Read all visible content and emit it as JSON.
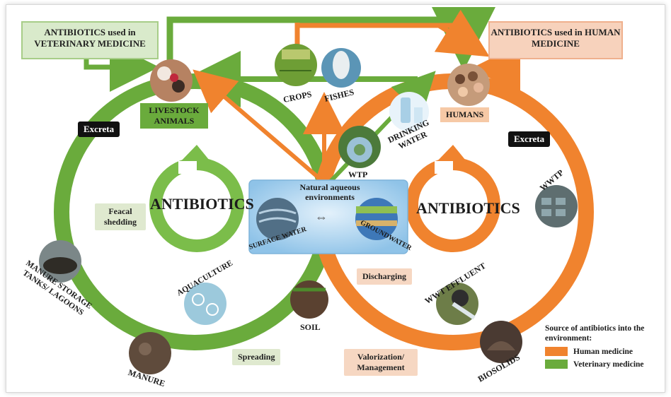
{
  "title_left": "ANTIBIOTICS used in VETERINARY MEDICINE",
  "title_right": "ANTIBIOTICS used in HUMAN MEDICINE",
  "center": {
    "heading": "Natural aqueous environments",
    "surface_water": "SURFACE WATER",
    "groundwater": "GROUNDWATER"
  },
  "antibiotics_left": "ANTIBIOTICS",
  "antibiotics_right": "ANTIBIOTICS",
  "nodes": {
    "livestock": "LIVESTOCK ANIMALS",
    "crops": "CROPS",
    "fishes": "FISHES",
    "humans": "HUMANS",
    "drinking_water": "DRINKING WATER",
    "wtp": "WTP",
    "wwtp": "WWTP",
    "manure_storage": "MANURE STORAGE TANKS/ LAGOONS",
    "aquaculture": "AQUACULTURE",
    "soil": "SOIL",
    "manure": "MANURE",
    "wwt_effluent": "WWT EFFLUENT",
    "biosolids": "BIOSOLIDS"
  },
  "tags": {
    "excreta_left": "Excreta",
    "excreta_right": "Excreta",
    "fecal_shedding": "Feacal shedding",
    "spreading": "Spreading",
    "discharging": "Discharging",
    "valorization": "Valorization/ Management"
  },
  "legend": {
    "title": "Source of antibiotics into the environment:",
    "items": [
      {
        "label": "Human medicine",
        "color": "#f0832e"
      },
      {
        "label": "Veterinary medicine",
        "color": "#6aab3c"
      }
    ]
  },
  "colors": {
    "green": "#6aab3c",
    "orange": "#f0832e"
  }
}
